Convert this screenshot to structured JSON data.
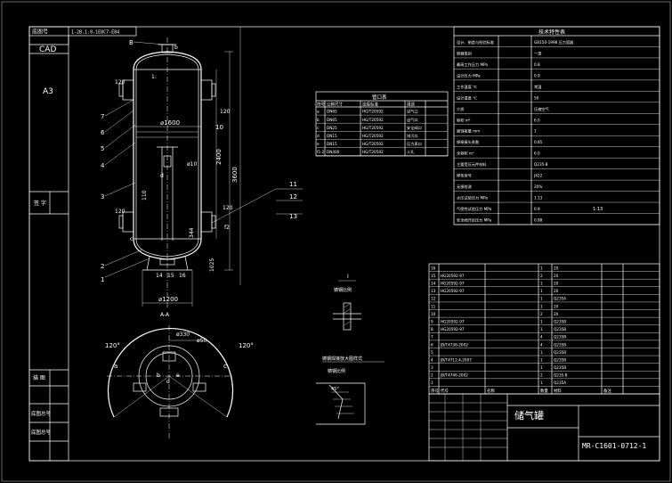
{
  "title_block": {
    "drawing_title": "储气罐",
    "drawing_number": "MR-C1601-0712-1",
    "scale_label": "1:13"
  },
  "left_strip": {
    "top_label": "底图号",
    "top_value": "1-2B.1.0-1E8C7-E84",
    "cad": "CAD",
    "sheet_size": "A3",
    "sign_label": "签 字",
    "rows": [
      "描 图",
      "底图总号",
      "底图总号"
    ]
  },
  "elevation": {
    "callouts": [
      "B",
      "b",
      "1",
      "2",
      "3",
      "4",
      "5",
      "6",
      "7",
      "10",
      "11",
      "12",
      "13",
      "14",
      "15",
      "16"
    ],
    "labels": [
      "120",
      "120",
      "120",
      "120",
      "⌀1600",
      "ø10",
      "2400",
      "3600",
      "110",
      "1025",
      "⌀1200",
      "344",
      "1:",
      "c",
      "d",
      "f2"
    ]
  },
  "plan": {
    "labels": [
      "120°",
      "120°",
      "A-A",
      "a",
      "c",
      "b",
      "e",
      "d",
      "ø50",
      "ø330"
    ]
  },
  "details": {
    "detail1_title": "I",
    "detail1_caption": "铸钢比例",
    "detail2_title": "铸钢焊接放大图样式",
    "detail2_caption": "铸钢比例",
    "weld_label": "45°"
  },
  "nozzle_table": {
    "title": "管口表",
    "columns": [
      "符号",
      "公称尺寸",
      "连接标准",
      "用途"
    ],
    "rows": [
      [
        "a",
        "DN65",
        "HG/T20592",
        "进气口"
      ],
      [
        "b",
        "DN65",
        "HG/T20592",
        "出气口"
      ],
      [
        "c",
        "DN25",
        "HG/T20592",
        "安全阀口"
      ],
      [
        "d",
        "DN15",
        "HG/T20592",
        "排污口"
      ],
      [
        "e",
        "DN15",
        "HG/T20592",
        "压力表口"
      ],
      [
        "f1-2",
        "DN400",
        "HG/T20592",
        "人孔"
      ]
    ]
  },
  "tech_table": {
    "header": "技术特性表",
    "rows": [
      [
        "设计、制造与检验标准",
        "GB150-1998 压力容器"
      ],
      [
        "容器类别",
        "一类"
      ],
      [
        "最高工作压力 MPa",
        "0.8"
      ],
      [
        "设计压力 MPa",
        "0.9"
      ],
      [
        "工作温度 ℃",
        "常温"
      ],
      [
        "设计温度 ℃",
        "50"
      ],
      [
        "介质",
        "压缩空气"
      ],
      [
        "容积 m³",
        "6.0"
      ],
      [
        "腐蚀裕量 mm",
        "1"
      ],
      [
        "焊接接头系数",
        "0.85"
      ],
      [
        "全容积 m³",
        "6.0"
      ],
      [
        "主要受压元件材料",
        "Q235-B"
      ],
      [
        "焊条型号",
        "J422"
      ],
      [
        "无损检测",
        "20%"
      ],
      [
        "水压试验压力 MPa",
        "1.13"
      ],
      [
        "气密性试验压力 MPa",
        "0.9"
      ],
      [
        "安全阀开启压力 MPa",
        "0.88"
      ]
    ]
  },
  "parts_list": {
    "columns": [
      "序号",
      "代号",
      "名称",
      "数量",
      "材料",
      "备注"
    ],
    "rows": [
      [
        "16",
        "",
        "",
        "1",
        "20",
        ""
      ],
      [
        "15",
        "HG20592-97",
        "",
        "2",
        "20",
        ""
      ],
      [
        "14",
        "HG20592-97",
        "",
        "1",
        "20",
        ""
      ],
      [
        "13",
        "HG20592-97",
        "",
        "1",
        "20",
        ""
      ],
      [
        "12",
        "",
        "",
        "1",
        "Q235A",
        ""
      ],
      [
        "11",
        "",
        "",
        "1",
        "20",
        ""
      ],
      [
        "10",
        "",
        "",
        "2",
        "20",
        ""
      ],
      [
        "9",
        "HG20592-97",
        "",
        "1",
        "Q235B",
        ""
      ],
      [
        "8",
        "HG20592-97",
        "",
        "1",
        "Q235B",
        ""
      ],
      [
        "7",
        "",
        "",
        "4",
        "Q235B",
        ""
      ],
      [
        "6",
        "JB/T4736-2002",
        "",
        "4",
        "Q235B",
        ""
      ],
      [
        "5",
        "",
        "",
        "1",
        "Q235B",
        ""
      ],
      [
        "4",
        "JB/T4712.4-2007",
        "",
        "1",
        "Q235B",
        ""
      ],
      [
        "3",
        "",
        "",
        "1",
        "Q235B",
        ""
      ],
      [
        "2",
        "JB/T4746-2002",
        "",
        "2",
        "Q235-B",
        ""
      ],
      [
        "1",
        "",
        "",
        "1",
        "Q235A",
        ""
      ]
    ]
  }
}
